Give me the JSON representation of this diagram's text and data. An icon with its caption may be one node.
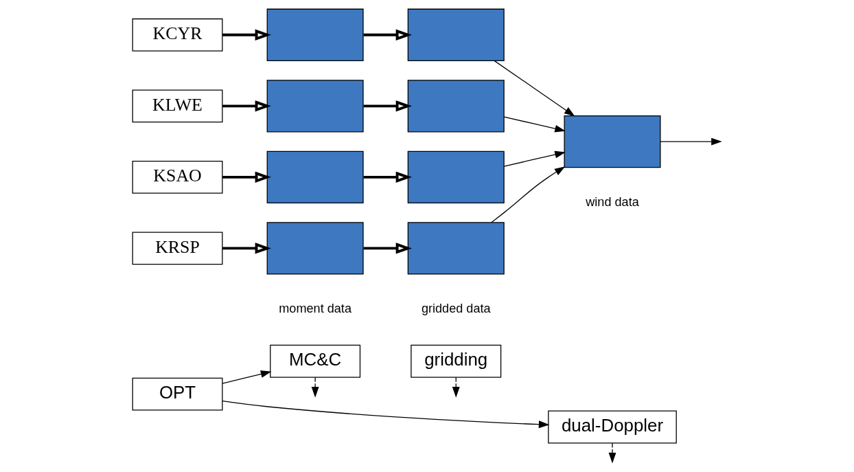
{
  "diagram": {
    "nodes": [
      {
        "text": [
          "OPT"
        ]
      },
      {
        "text": [
          "MC&C"
        ]
      },
      {
        "text": [
          "gridding"
        ]
      },
      {
        "text": [
          "dual-Doppler"
        ]
      },
      {
        "text": [
          "KCYR"
        ]
      },
      {
        "text": [
          "KLWE"
        ]
      },
      {
        "text": [
          "KSAO"
        ]
      },
      {
        "text": [
          "KRSP"
        ]
      },
      {
        "text": [],
        "shape": "box"
      },
      {
        "text": [],
        "shape": "box"
      },
      {
        "text": [],
        "shape": "box"
      },
      {
        "text": [],
        "shape": "box"
      },
      {
        "text": [],
        "shape": "box"
      },
      {
        "text": [],
        "shape": "box"
      },
      {
        "text": [],
        "shape": "box"
      },
      {
        "text": [],
        "shape": "box"
      },
      {
        "text": [],
        "shape": "box"
      }
    ],
    "edges": [
      {
        "from": 0,
        "to": 1,
        "arrow": "to"
      },
      {
        "from": 0,
        "to": 3,
        "arrow": "to"
      },
      {
        "from": 1,
        "to": null,
        "arrow": "to",
        "style": "dashed"
      },
      {
        "from": 2,
        "to": null,
        "arrow": "to",
        "style": "dashed"
      },
      {
        "from": 3,
        "to": null,
        "arrow": "to",
        "style": "dashed"
      },
      {
        "from": 4,
        "to": 8,
        "arrow": "to",
        "style": "thick"
      },
      {
        "from": 5,
        "to": 9,
        "arrow": "to",
        "style": "thick"
      },
      {
        "from": 6,
        "to": 10,
        "arrow": "to",
        "style": "thick"
      },
      {
        "from": 7,
        "to": 11,
        "arrow": "to",
        "style": "thick"
      },
      {
        "from": 8,
        "to": 12,
        "arrow": "to",
        "style": "thick"
      },
      {
        "from": 9,
        "to": 13,
        "arrow": "to",
        "style": "thick"
      },
      {
        "from": 10,
        "to": 14,
        "arrow": "to",
        "style": "thick"
      },
      {
        "from": 11,
        "to": 15,
        "arrow": "to",
        "style": "thick"
      },
      {
        "from": 12,
        "to": 16,
        "arrow": "to"
      },
      {
        "from": 13,
        "to": 16,
        "arrow": "to"
      },
      {
        "from": 14,
        "to": 16,
        "arrow": "to"
      },
      {
        "from": 15,
        "to": 16,
        "arrow": "to"
      },
      {
        "from": 16,
        "to": null,
        "arrow": "to"
      }
    ],
    "labels": [
      "moment data",
      "gridded data",
      "wind data"
    ]
  }
}
